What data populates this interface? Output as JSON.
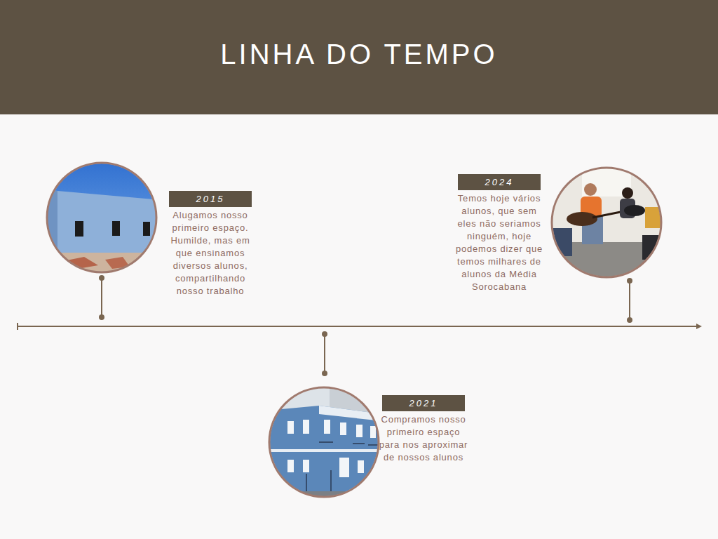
{
  "diagram": {
    "title": "LINHA DO TEMPO",
    "nodes": [
      {
        "text": [
          "2015",
          "Alugamos nosso primeiro espaço. Humilde, mas em que ensinamos diversos alunos, compartilhando nosso trabalho"
        ]
      },
      {
        "text": [
          "2021",
          "Compramos nosso primeiro espaço para nos aproximar de nossos alunos"
        ]
      },
      {
        "text": [
          "2024",
          "Temos hoje vários alunos, que sem eles não seriamos ninguém, hoje podemos dizer que temos milhares de alunos da Média Sorocabana"
        ]
      }
    ]
  }
}
